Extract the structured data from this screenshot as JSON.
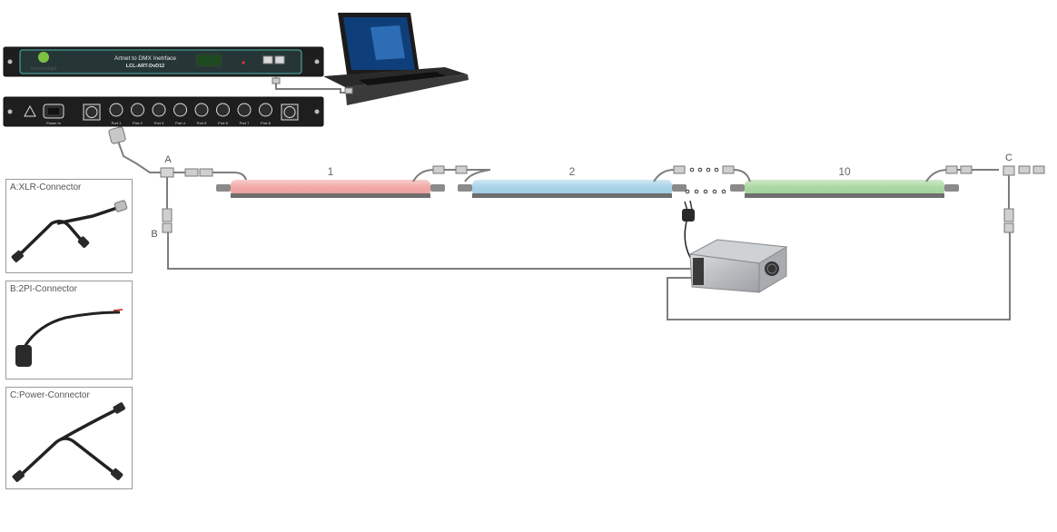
{
  "interface": {
    "title": "Artnet to DMX Inetrface",
    "model": "LCL-ART-DvD12",
    "logo": "leivolsenlight",
    "ports": [
      "Port 1",
      "Port 2",
      "Port 3",
      "Port 4",
      "Port 5",
      "Port 6",
      "Port 7",
      "Port 8"
    ],
    "power_label": "Power In",
    "screen_color": "#1d4a1e"
  },
  "tubes": [
    {
      "label": "1",
      "color": "#f1a5a3"
    },
    {
      "label": "2",
      "color": "#a6d3e8"
    },
    {
      "label": "10",
      "color": "#a9d7a0"
    }
  ],
  "points": {
    "a": "A",
    "b": "B",
    "c": "C"
  },
  "connectors": [
    {
      "title": "A:XLR-Connector"
    },
    {
      "title": "B:2PI-Connector"
    },
    {
      "title": "C:Power-Connector"
    }
  ],
  "colors": {
    "panel_face": "#1f1f1f",
    "panel_inset": "#2a3b3b",
    "panel_border": "#4db6b3",
    "wire": "#7d7d7d",
    "psu": "#b9bcc0"
  }
}
